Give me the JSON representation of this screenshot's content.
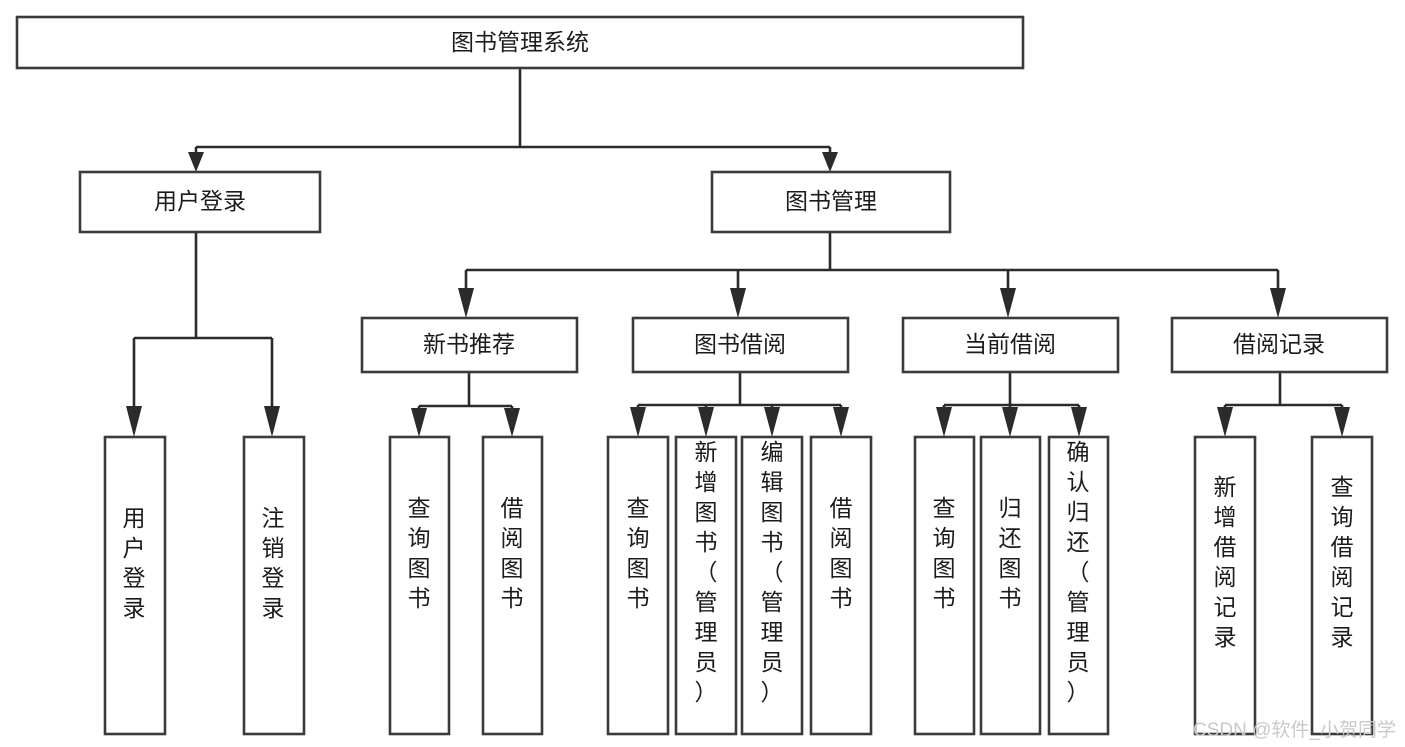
{
  "diagram": {
    "type": "tree-hierarchy-chart",
    "title": "图书管理系统",
    "orientation": "top-down",
    "colors": {
      "box_stroke": "#3b3b3b",
      "box_fill": "#ffffff",
      "connector": "#2b2b2b",
      "text": "#1c1c1c",
      "watermark": "#c9c9c9",
      "background": "#ffffff"
    },
    "root": {
      "label": "图书管理系统"
    },
    "level2": [
      {
        "label": "用户登录"
      },
      {
        "label": "图书管理"
      }
    ],
    "level3": [
      {
        "label": "新书推荐"
      },
      {
        "label": "图书借阅"
      },
      {
        "label": "当前借阅"
      },
      {
        "label": "借阅记录"
      }
    ],
    "leaves": {
      "user_login": [
        {
          "label": "用户登录"
        },
        {
          "label": "注销登录"
        }
      ],
      "new_book_recommend": [
        {
          "label": "查询图书"
        },
        {
          "label": "借阅图书"
        }
      ],
      "book_borrow": [
        {
          "label": "查询图书"
        },
        {
          "label": "新增图书（管理员）"
        },
        {
          "label": "编辑图书（管理员）"
        },
        {
          "label": "借阅图书"
        }
      ],
      "current_borrow": [
        {
          "label": "查询图书"
        },
        {
          "label": "归还图书"
        },
        {
          "label": "确认归还（管理员）"
        }
      ],
      "borrow_record": [
        {
          "label": "新增借阅记录"
        },
        {
          "label": "查询借阅记录"
        }
      ]
    },
    "watermark": "CSDN @软件_小贺同学"
  }
}
